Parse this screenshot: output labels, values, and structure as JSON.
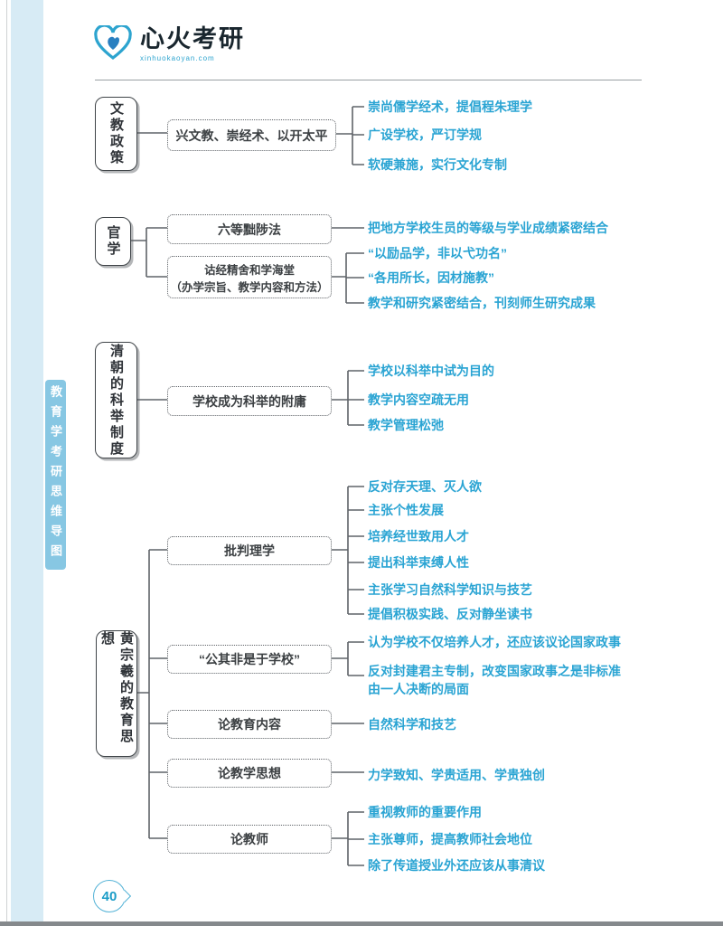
{
  "page": {
    "brand": {
      "name": "心火考研",
      "site": "xinhuokaoyan.com"
    },
    "sidebar_label": "教育学考研思维导图",
    "page_number": "40"
  },
  "colors": {
    "accent_teal": "#2aa4d3",
    "sidebar_tab": "#87c7e3",
    "left_strip": "#d7ebf5",
    "line": "#5f6368"
  },
  "tree": {
    "branches": [
      {
        "label": "文教政策",
        "children": [
          {
            "label": "兴文教、崇经术、以开太平",
            "leaves": [
              "崇尚儒学经术，提倡程朱理学",
              "广设学校，严订学规",
              "软硬兼施，实行文化专制"
            ]
          }
        ]
      },
      {
        "label": "官学",
        "children": [
          {
            "label": "六等黜陟法",
            "leaves": [
              "把地方学校生员的等级与学业成绩紧密结合"
            ]
          },
          {
            "label": "诂经精舍和学海堂",
            "label2": "（办学宗旨、教学内容和方法）",
            "leaves": [
              "“以励品学，非以弋功名”",
              "“各用所长，因材施教”",
              "教学和研究紧密结合，刊刻师生研究成果"
            ]
          }
        ]
      },
      {
        "label": "清朝的科举制度",
        "children": [
          {
            "label": "学校成为科举的附庸",
            "leaves": [
              "学校以科举中试为目的",
              "教学内容空疏无用",
              "教学管理松弛"
            ]
          }
        ]
      },
      {
        "label": "黄宗羲的教育思想",
        "children": [
          {
            "label": "批判理学",
            "leaves": [
              "反对存天理、灭人欲",
              "主张个性发展",
              "培养经世致用人才",
              "提出科举束缚人性",
              "主张学习自然科学知识与技艺",
              "提倡积极实践、反对静坐读书"
            ]
          },
          {
            "label": "“公其非是于学校”",
            "leaves": [
              "认为学校不仅培养人才，还应该议论国家政事",
              "反对封建君主专制，改变国家政事之是非标准由一人决断的局面"
            ]
          },
          {
            "label": "论教育内容",
            "leaves": [
              "自然科学和技艺"
            ]
          },
          {
            "label": "论教学思想",
            "leaves": [
              "力学致知、学贵适用、学贵独创"
            ]
          },
          {
            "label": "论教师",
            "leaves": [
              "重视教师的重要作用",
              "主张尊师，提高教师社会地位",
              "除了传道授业外还应该从事清议"
            ]
          }
        ]
      }
    ]
  }
}
